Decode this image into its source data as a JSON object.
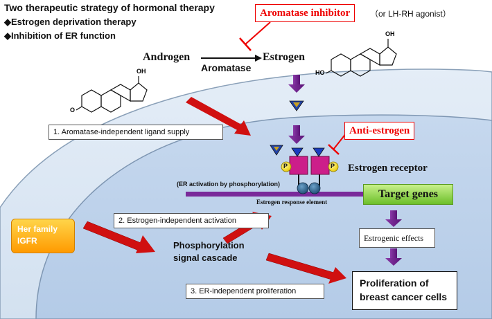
{
  "header": {
    "title": "Two therapeutic strategy of hormonal therapy",
    "bullet1": "◆Estrogen deprivation therapy",
    "bullet2": "◆Inhibition of ER function"
  },
  "inhibitor": {
    "label": "Aromatase inhibitor",
    "alt": "（or LH-RH agonist）"
  },
  "pathway": {
    "androgen": "Androgen",
    "aromatase": "Aromatase",
    "estrogen": "Estrogen"
  },
  "molecules": {
    "oh": "OH",
    "o": "O",
    "ho": "HO"
  },
  "antiestrogen": "Anti-estrogen",
  "boxes": {
    "ligand_supply": "1. Aromatase-independent ligand supply",
    "estrogen_independent": "2. Estrogen-independent activation",
    "er_independent": "3. ER-independent proliferation"
  },
  "receptor": {
    "label": "Estrogen receptor",
    "phospho_note": "(ER activation by phosphorylation)",
    "p_badge": "P",
    "response_element": "Estrogen response element"
  },
  "target_genes": "Target genes",
  "her_family": {
    "line1": "Her family",
    "line2": "IGFR"
  },
  "signal": {
    "line1": "Phosphorylation",
    "line2": "signal cascade"
  },
  "estrogenic_effects": "Estrogenic effects",
  "proliferation": {
    "line1": "Proliferation of",
    "line2": "breast cancer cells"
  },
  "colors": {
    "cell_fill": "#dde9f5",
    "nucleus_fill": "#bed3ec",
    "arrow_red": "#d01010",
    "arrow_purple": "#6a1a8a",
    "receptor_magenta": "#cc1e8a",
    "target_green": "#8fd24a",
    "her_orange": "#ffb300"
  }
}
